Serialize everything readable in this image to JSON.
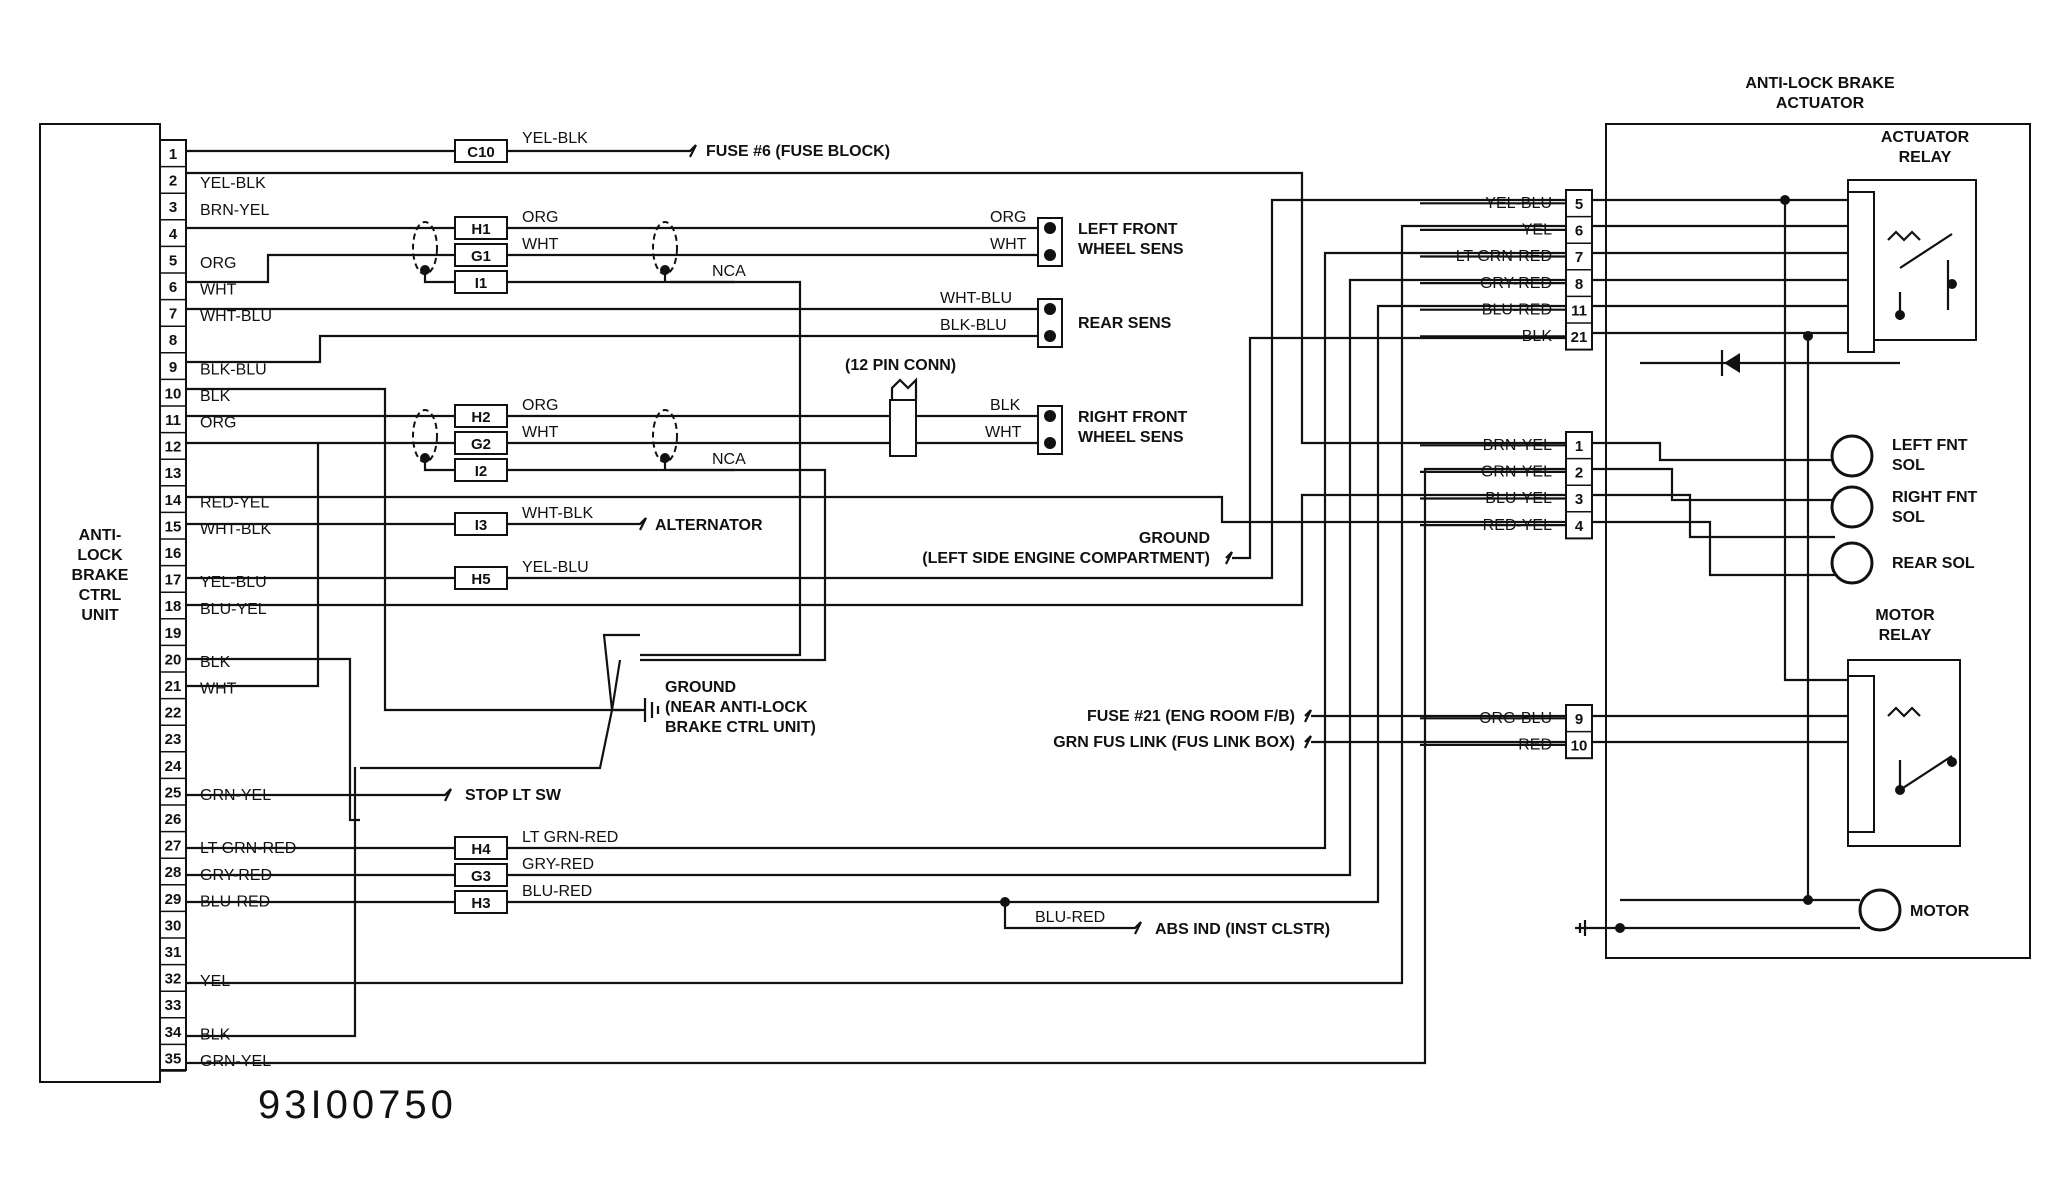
{
  "ecu": {
    "label_lines": [
      "ANTI-",
      "LOCK",
      "BRAKE",
      "CTRL",
      "UNIT"
    ],
    "pins": [
      "1",
      "2",
      "3",
      "4",
      "5",
      "6",
      "7",
      "8",
      "9",
      "10",
      "11",
      "12",
      "13",
      "14",
      "15",
      "16",
      "17",
      "18",
      "19",
      "20",
      "21",
      "22",
      "23",
      "24",
      "25",
      "26",
      "27",
      "28",
      "29",
      "30",
      "31",
      "32",
      "33",
      "34",
      "35"
    ],
    "wire_labels": {
      "p1": "YEL-BLK",
      "p2": "BRN-YEL",
      "p4": "ORG",
      "p5": "WHT",
      "p6": "WHT-BLU",
      "p8": "BLK-BLU",
      "p9": "BLK",
      "p10": "ORG",
      "p13": "RED-YEL",
      "p14": "WHT-BLK",
      "p16": "YEL-BLU",
      "p17": "BLU-YEL",
      "p19": "BLK",
      "p20": "WHT",
      "p24": "GRN-YEL",
      "p26": "LT GRN-RED",
      "p27": "GRY-RED",
      "p28": "BLU-RED",
      "p31": "YEL",
      "p33": "BLK",
      "p34": "GRN-YEL"
    }
  },
  "connectors": {
    "c10": "C10",
    "h1": "H1",
    "g1": "G1",
    "i1": "I1",
    "h2": "H2",
    "g2": "G2",
    "i2": "I2",
    "i3": "I3",
    "h5": "H5",
    "h4": "H4",
    "g3": "G3",
    "h3": "H3"
  },
  "mid_labels": {
    "yel_blk": "YEL-BLK",
    "fuse6": "FUSE #6 (FUSE BLOCK)",
    "org1": "ORG",
    "wht1": "WHT",
    "nca1": "NCA",
    "org1r": "ORG",
    "wht1r": "WHT",
    "left_front_1": "LEFT FRONT",
    "left_front_2": "WHEEL SENS",
    "wht_blu": "WHT-BLU",
    "blk_blu": "BLK-BLU",
    "rear_sens": "REAR SENS",
    "pin12": "(12 PIN CONN)",
    "org2": "ORG",
    "wht2": "WHT",
    "nca2": "NCA",
    "blk2r": "BLK",
    "wht2r": "WHT",
    "right_front_1": "RIGHT FRONT",
    "right_front_2": "WHEEL SENS",
    "wht_blk": "WHT-BLK",
    "alternator": "ALTERNATOR",
    "ground1_1": "GROUND",
    "ground1_2": "(LEFT SIDE ENGINE COMPARTMENT)",
    "yel_blu": "YEL-BLU",
    "ground2_1": "GROUND",
    "ground2_2": "(NEAR ANTI-LOCK",
    "ground2_3": "BRAKE CTRL UNIT)",
    "stop_lt": "STOP LT SW",
    "lt_grn_red": "LT GRN-RED",
    "gry_red": "GRY-RED",
    "blu_red": "BLU-RED",
    "blu_red2": "BLU-RED",
    "abs_ind": "ABS IND (INST CLSTR)",
    "fuse21": "FUSE #21 (ENG ROOM F/B)",
    "grn_fus": "GRN FUS LINK (FUS LINK BOX)"
  },
  "actuator": {
    "title_1": "ANTI-LOCK BRAKE",
    "title_2": "ACTUATOR",
    "actuator_relay_1": "ACTUATOR",
    "actuator_relay_2": "RELAY",
    "motor_relay_1": "MOTOR",
    "motor_relay_2": "RELAY",
    "left_sol_1": "LEFT FNT",
    "left_sol_2": "SOL",
    "right_sol_1": "RIGHT FNT",
    "right_sol_2": "SOL",
    "rear_sol": "REAR SOL",
    "motor": "MOTOR",
    "pins": [
      "5",
      "6",
      "7",
      "8",
      "11",
      "21",
      "1",
      "2",
      "3",
      "4",
      "9",
      "10"
    ],
    "wire_labels": {
      "p5": "YEL-BLU",
      "p6": "YEL",
      "p7": "LT GRN-RED",
      "p8": "GRY-RED",
      "p11": "BLU-RED",
      "p21": "BLK",
      "p1": "BRN-YEL",
      "p2": "GRN-YEL",
      "p3": "BLU-YEL",
      "p4": "RED-YEL",
      "p9": "ORG-BLU",
      "p10": "RED"
    }
  },
  "doc_id": "93I00750"
}
